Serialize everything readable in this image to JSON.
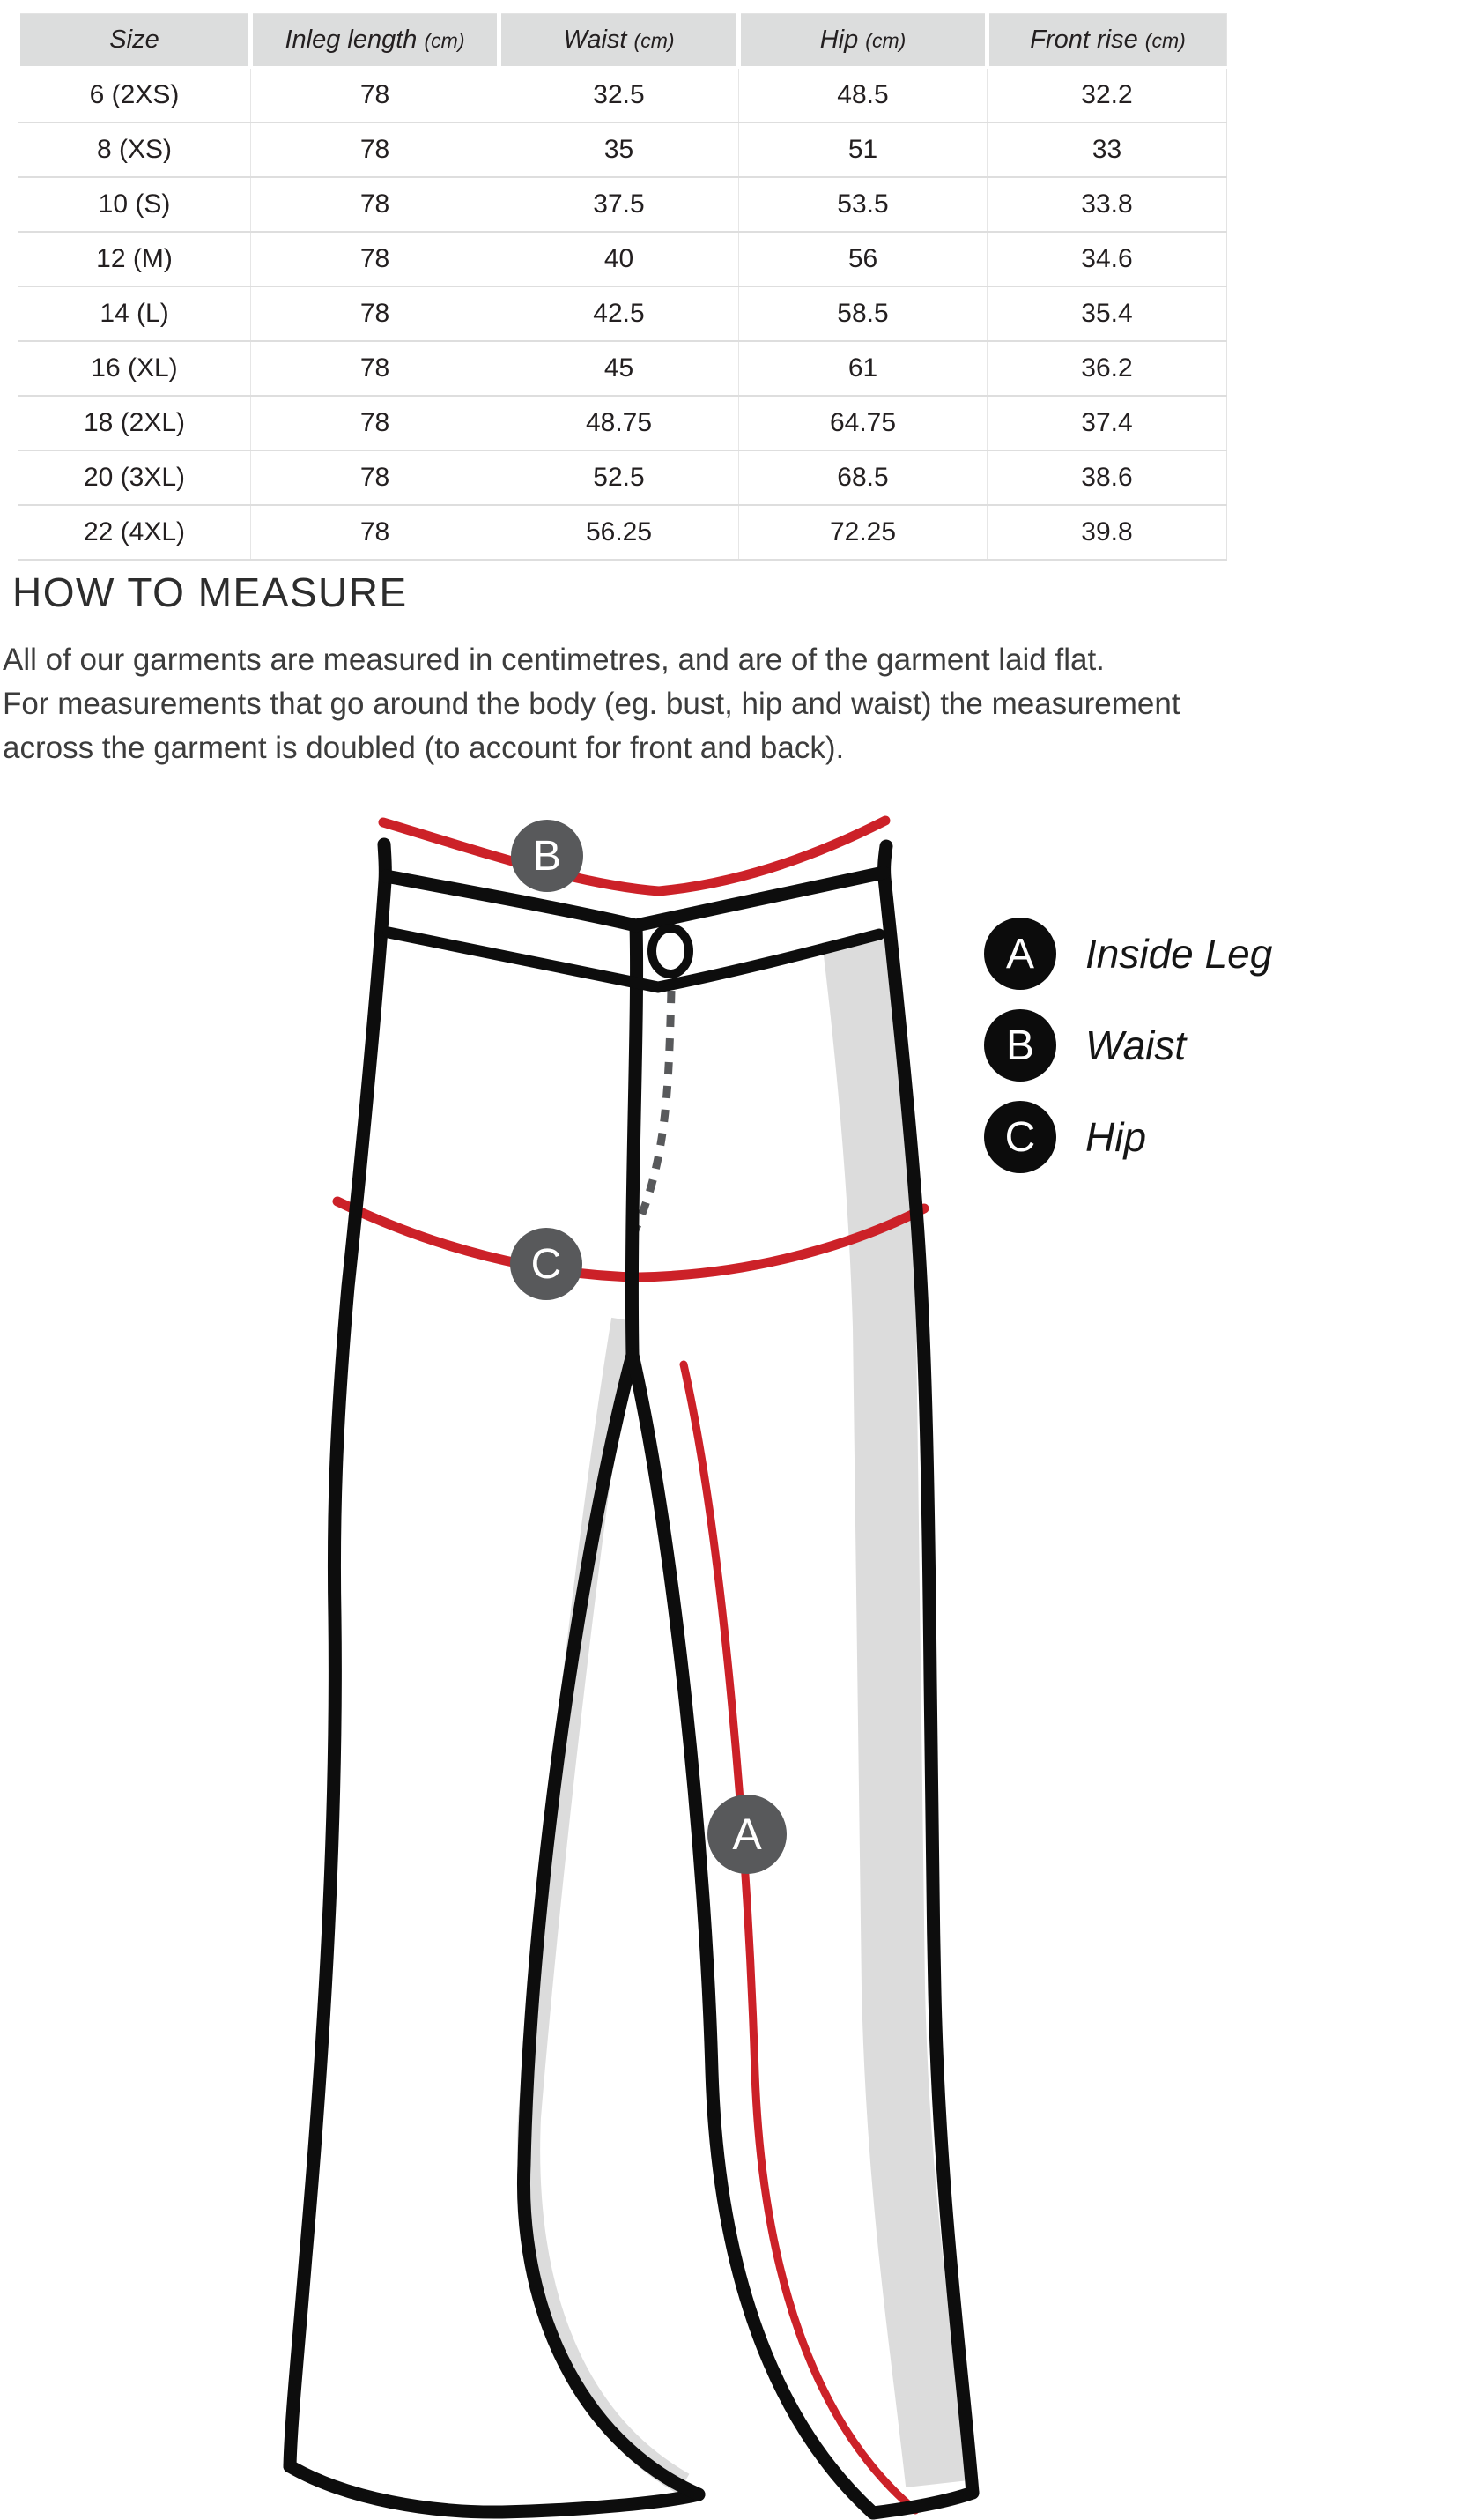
{
  "table": {
    "columns": [
      {
        "label": "Size",
        "unit": ""
      },
      {
        "label": "Inleg length",
        "unit": "(cm)"
      },
      {
        "label": "Waist",
        "unit": "(cm)"
      },
      {
        "label": "Hip",
        "unit": "(cm)"
      },
      {
        "label": "Front rise",
        "unit": "(cm)"
      }
    ],
    "rows": [
      {
        "size": "6 (2XS)",
        "inleg": "78",
        "waist": "32.5",
        "hip": "48.5",
        "front_rise": "32.2"
      },
      {
        "size": "8 (XS)",
        "inleg": "78",
        "waist": "35",
        "hip": "51",
        "front_rise": "33"
      },
      {
        "size": "10 (S)",
        "inleg": "78",
        "waist": "37.5",
        "hip": "53.5",
        "front_rise": "33.8"
      },
      {
        "size": "12 (M)",
        "inleg": "78",
        "waist": "40",
        "hip": "56",
        "front_rise": "34.6"
      },
      {
        "size": "14 (L)",
        "inleg": "78",
        "waist": "42.5",
        "hip": "58.5",
        "front_rise": "35.4"
      },
      {
        "size": "16 (XL)",
        "inleg": "78",
        "waist": "45",
        "hip": "61",
        "front_rise": "36.2"
      },
      {
        "size": "18 (2XL)",
        "inleg": "78",
        "waist": "48.75",
        "hip": "64.75",
        "front_rise": "37.4"
      },
      {
        "size": "20 (3XL)",
        "inleg": "78",
        "waist": "52.5",
        "hip": "68.5",
        "front_rise": "38.6"
      },
      {
        "size": "22 (4XL)",
        "inleg": "78",
        "waist": "56.25",
        "hip": "72.25",
        "front_rise": "39.8"
      }
    ]
  },
  "how_to_measure": {
    "heading": "HOW TO MEASURE",
    "lines": [
      "All of our garments are measured in centimetres, and are of the garment laid flat.",
      "For measurements that go around the body (eg. bust, hip and waist) the measurement",
      "across the garment is doubled (to account for front and back)."
    ]
  },
  "diagram": {
    "markers": {
      "a": "A",
      "b": "B",
      "c": "C"
    },
    "legend": [
      {
        "letter": "A",
        "label": "Inside Leg"
      },
      {
        "letter": "B",
        "label": "Waist"
      },
      {
        "letter": "C",
        "label": "Hip"
      }
    ],
    "colors": {
      "measure_red": "#cc2128",
      "marker_gray": "#58595b",
      "shade_gray": "#dcdcdc",
      "outline_black": "#0d0d0d"
    }
  }
}
